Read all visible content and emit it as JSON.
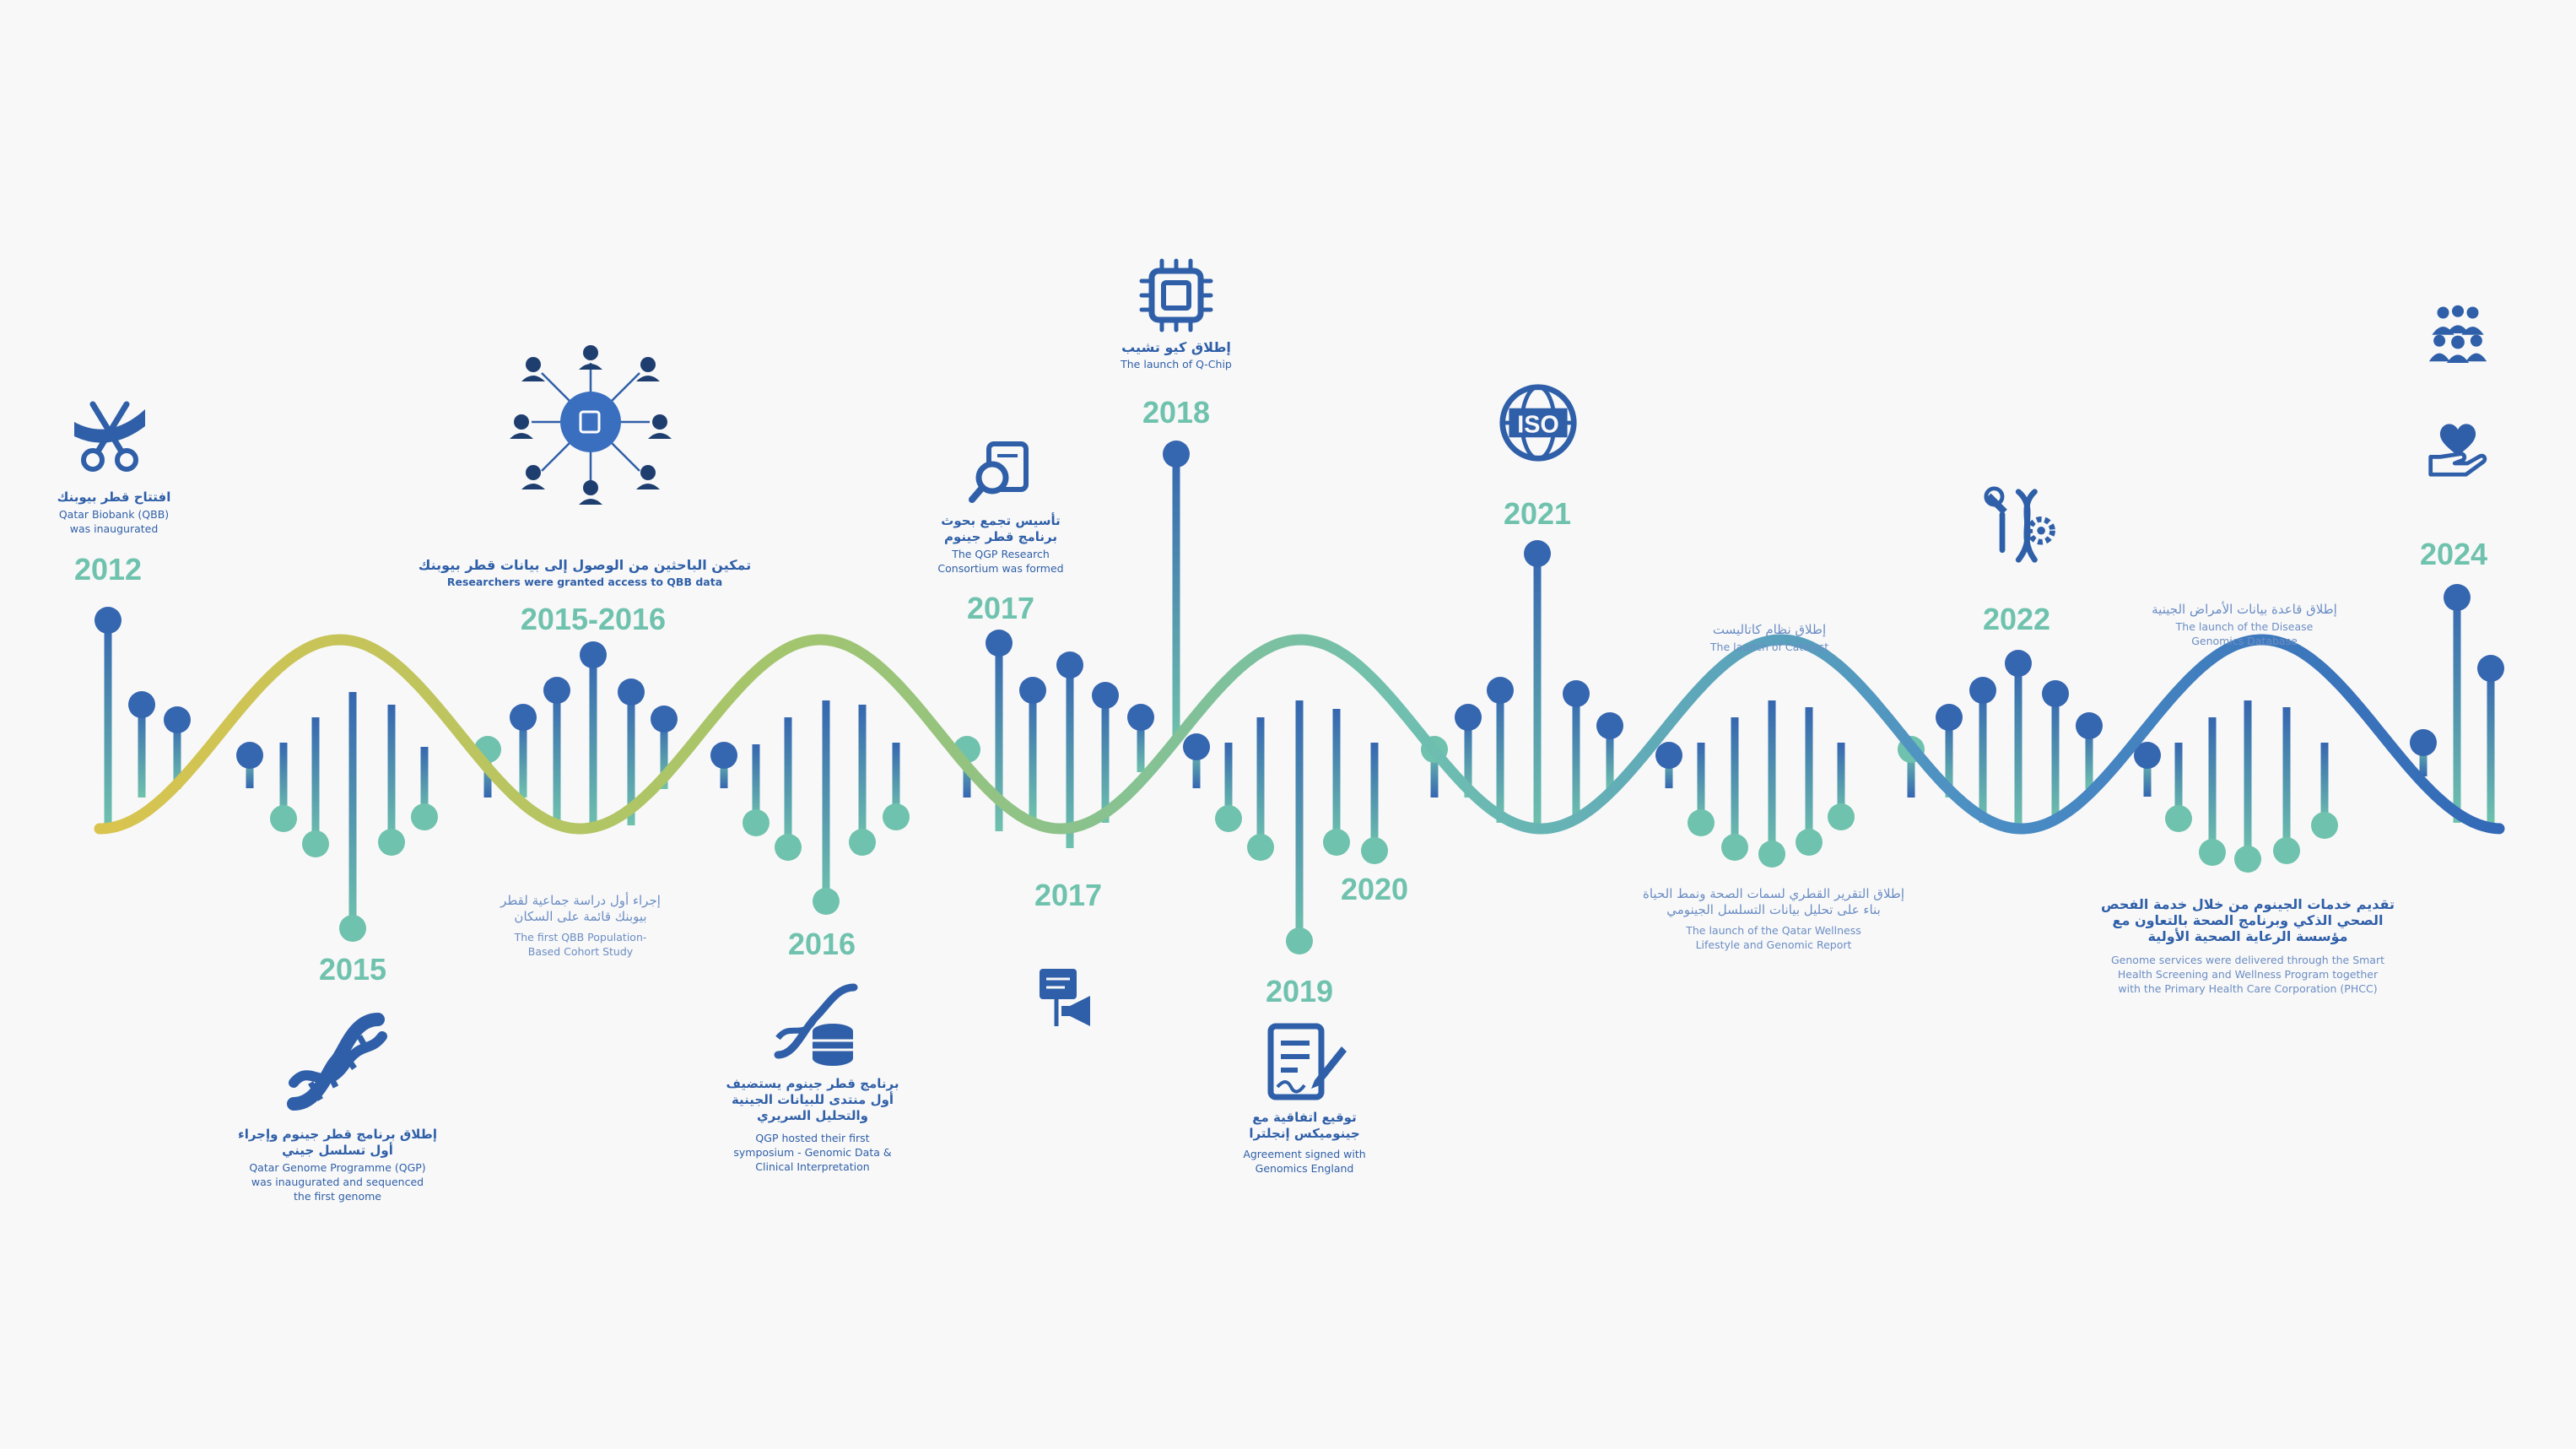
{
  "colors": {
    "dark_blue": "#2f5fa8",
    "light_blue": "#6b8dc4",
    "teal": "#6fc2ad",
    "helix_gradient": [
      "#e1c44a",
      "#a4c56c",
      "#6fbfb0",
      "#4a8cc4",
      "#2f63b4"
    ]
  },
  "years": [
    {
      "id": "y2012",
      "label": "2012"
    },
    {
      "id": "y2015",
      "label": "2015"
    },
    {
      "id": "y20152016",
      "label": "2015-2016"
    },
    {
      "id": "y2016",
      "label": "2016"
    },
    {
      "id": "y2017a",
      "label": "2017"
    },
    {
      "id": "y2017b",
      "label": "2017"
    },
    {
      "id": "y2018",
      "label": "2018"
    },
    {
      "id": "y2019",
      "label": "2019"
    },
    {
      "id": "y2020",
      "label": "2020"
    },
    {
      "id": "y2021",
      "label": "2021"
    },
    {
      "id": "y2022",
      "label": "2022"
    },
    {
      "id": "y2024",
      "label": "2024"
    }
  ],
  "events": [
    {
      "id": "e2012",
      "icon": "scissors-ribbon-icon",
      "arabic": [
        "افتتاح قطر بيوبنك"
      ],
      "english": [
        "Qatar Biobank (QBB)",
        "was inaugurated"
      ]
    },
    {
      "id": "e2015",
      "icon": "dna-helix-icon",
      "arabic": [
        "إطلاق برنامج قطر جينوم وإجراء",
        "أول تسلسل جيني"
      ],
      "english": [
        "Qatar Genome Programme (QGP)",
        "was inaugurated and sequenced",
        "the first genome"
      ]
    },
    {
      "id": "e20152016",
      "icon": "researchers-network-icon",
      "arabic": [
        "تمكين الباحثين من الوصول إلى بيانات قطر بيوبنك"
      ],
      "english": [
        "Researchers were granted access to QBB data"
      ]
    },
    {
      "id": "e2016cohort",
      "icon": "",
      "arabic": [
        "إجراء أول دراسة جماعية لقطر",
        "بيوبنك قائمة على السكان"
      ],
      "english": [
        "The first QBB Population-",
        "Based Cohort Study"
      ]
    },
    {
      "id": "e2016",
      "icon": "dna-database-icon",
      "arabic": [
        "برنامج قطر جينوم يستضيف",
        "أول منتدى للبيانات الجينية",
        "والتحليل السريري"
      ],
      "english": [
        "QGP hosted their first",
        "symposium - Genomic Data &",
        "Clinical Interpretation"
      ]
    },
    {
      "id": "e2017a",
      "icon": "search-document-icon",
      "arabic": [
        "تأسيس تجمع بحوث",
        "برنامج قطر جينوم"
      ],
      "english": [
        "The QGP Research",
        "Consortium was formed"
      ]
    },
    {
      "id": "e2017b",
      "icon": "presentation-megaphone-icon",
      "arabic": [],
      "english": []
    },
    {
      "id": "e2018",
      "icon": "microchip-icon",
      "arabic": [
        "إطلاق كيو تشيب"
      ],
      "english": [
        "The launch of Q-Chip"
      ]
    },
    {
      "id": "e2019",
      "icon": "signed-document-icon",
      "arabic": [
        "توقيع اتفاقية مع",
        "جينوميكس إنجلترا"
      ],
      "english": [
        "Agreement signed with",
        "Genomics England"
      ]
    },
    {
      "id": "e2021",
      "icon": "iso-globe-icon",
      "iso_text": "ISO",
      "arabic": [],
      "english": []
    },
    {
      "id": "e2020catalyst",
      "icon": "",
      "arabic": [
        "إطلاق نظام كاتاليست"
      ],
      "english": [
        "The launch of Catalyst"
      ]
    },
    {
      "id": "e2020report",
      "icon": "",
      "arabic": [
        "إطلاق التقرير القطري لسمات الصحة ونمط الحياة",
        "بناء على تحليل بيانات التسلسل الجينومي"
      ],
      "english": [
        "The launch of the Qatar Wellness",
        "Lifestyle and Genomic Report"
      ]
    },
    {
      "id": "e2022",
      "icon": "dna-gear-wrench-icon",
      "arabic": [],
      "english": []
    },
    {
      "id": "e2022db",
      "icon": "",
      "arabic": [
        "إطلاق قاعدة بيانات الأمراض الجينية"
      ],
      "english": [
        "The launch of the Disease",
        "Genomics Database"
      ]
    },
    {
      "id": "e2024",
      "icon": "people-heart-hand-icon",
      "arabic": [
        "تقديم خدمات الجينوم من خلال خدمة الفحص",
        "الصحي الذكي وبرنامج الصحة بالتعاون مع",
        "مؤسسة الرعاية الصحية الأولية"
      ],
      "english": [
        "Genome services were delivered through the Smart",
        "Health Screening and Wellness Program together",
        "with the Primary Health Care Corporation (PHCC)"
      ]
    }
  ]
}
